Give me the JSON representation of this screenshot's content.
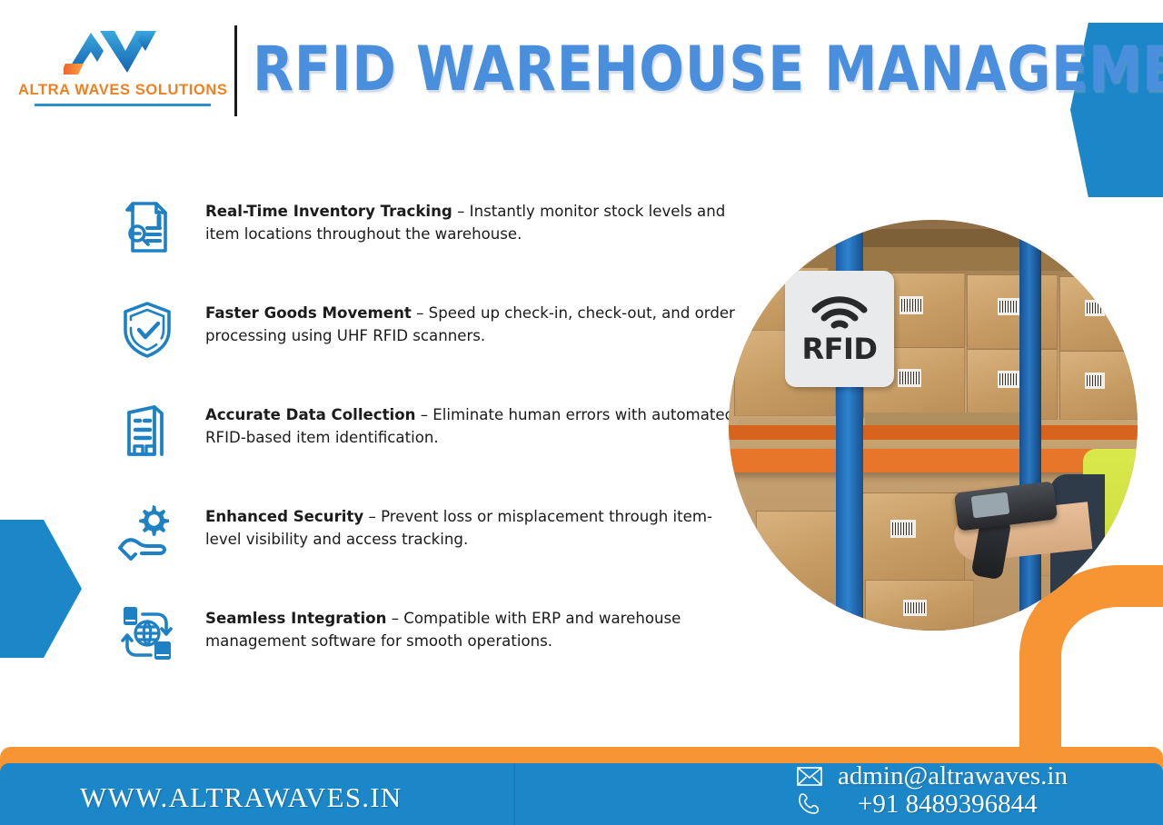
{
  "header": {
    "logo": {
      "mark_icon": "aw-monogram-icon",
      "wordmark": "ALTRA WAVES SOLUTIONS",
      "mark_color": "#2a8fd0",
      "wordmark_color": "#ef8122"
    },
    "title": "RFID WAREHOUSE MANAGEMENT",
    "title_color": "#4a8fdd"
  },
  "features": [
    {
      "icon": "document-search-info-icon",
      "heading": "Real-Time Inventory Tracking",
      "dash": " – ",
      "body": "Instantly monitor stock levels and item locations throughout the warehouse."
    },
    {
      "icon": "shield-check-icon",
      "heading": "Faster Goods Movement",
      "dash": " – ",
      "body": "Speed up check-in, check-out, and order processing using UHF RFID scanners."
    },
    {
      "icon": "warehouse-building-icon",
      "heading": "Accurate Data Collection",
      "dash": " – ",
      "body": "Eliminate human errors with automated RFID-based item identification."
    },
    {
      "icon": "hand-holding-gear-icon",
      "heading": "Enhanced Security",
      "dash": " – ",
      "body": "Prevent loss or misplacement through item-level visibility and access tracking."
    },
    {
      "icon": "global-sync-devices-icon",
      "heading": "Seamless Integration",
      "dash": " – ",
      "body": "Compatible with ERP and warehouse management software for smooth operations."
    }
  ],
  "photo": {
    "alt": "Warehouse worker scanning cardboard boxes on pallet racking with a handheld RFID scanner",
    "sign_label": "RFID",
    "sign_icon": "wifi-signal-icon"
  },
  "decor": {
    "arrow_left_icon": "arrow-right-chevron-icon",
    "arrow_right_icon": "arrow-left-chevron-icon",
    "arc_icon": "quarter-circle-arc-icon",
    "blue": "#1b86c8",
    "orange": "#f79433"
  },
  "footer": {
    "website": "WWW.ALTRAWAVES.IN",
    "email": "admin@altrawaves.in",
    "phone": "+91 8489396844",
    "email_icon": "envelope-icon",
    "phone_icon": "phone-icon",
    "bar_color": "#1b86c8",
    "strip_color": "#f79433"
  }
}
